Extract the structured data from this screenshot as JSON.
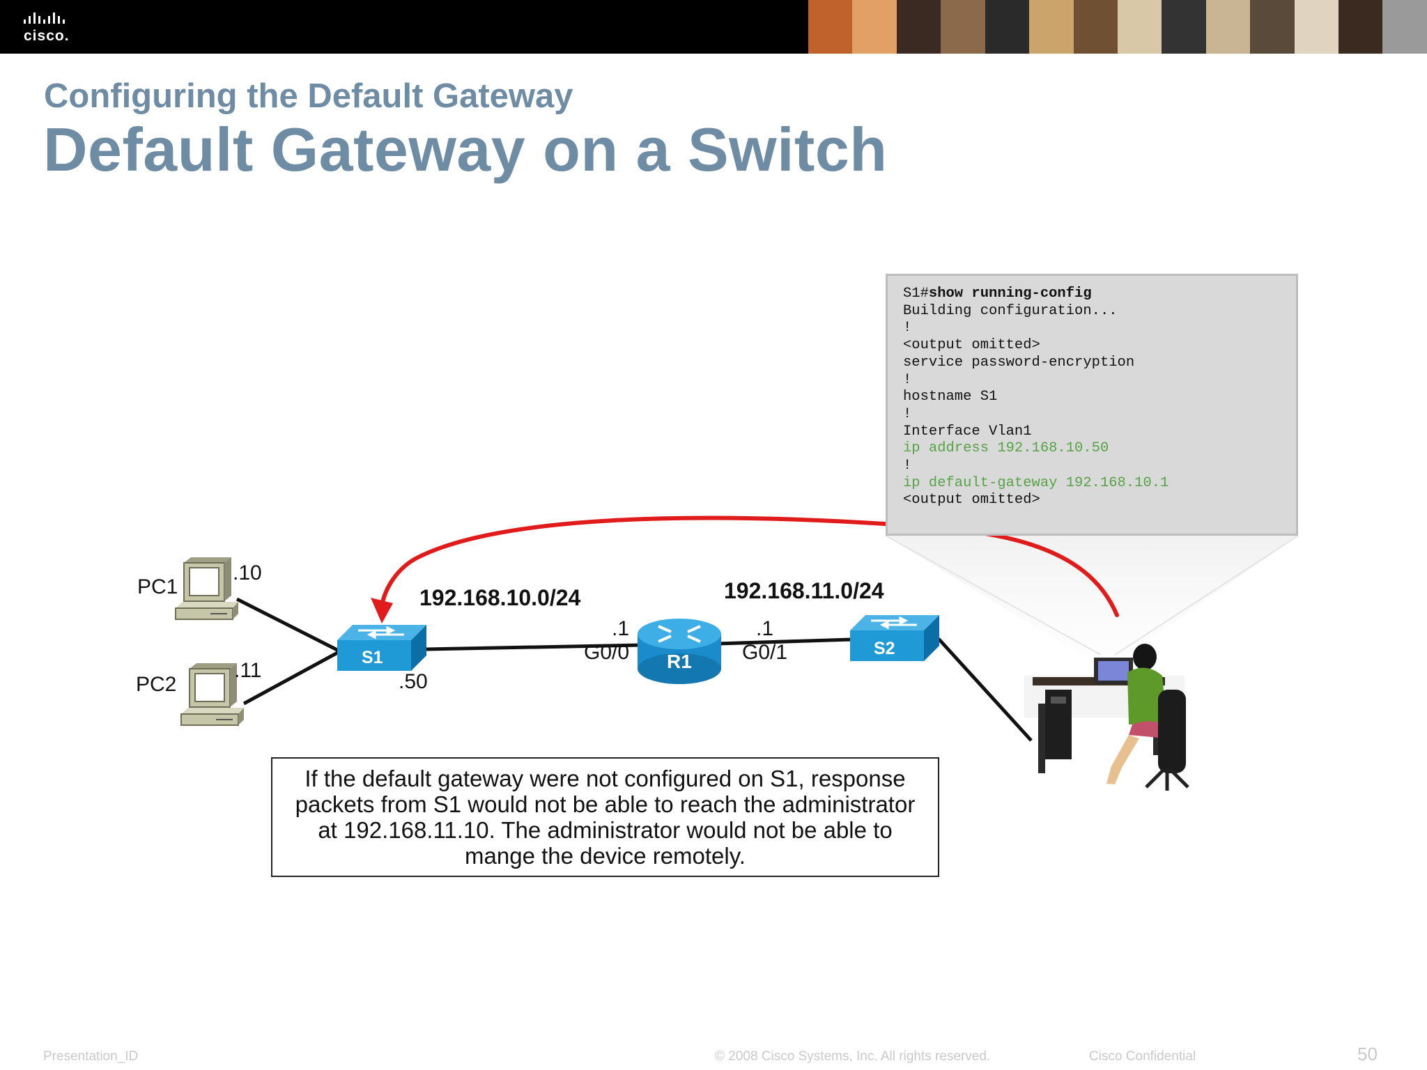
{
  "header": {
    "logo_text": "cisco.",
    "photo_colors": [
      "#c0622c",
      "#e2a067",
      "#3b2a22",
      "#8a6a4a",
      "#2a2a2a",
      "#caa46a",
      "#6f5033",
      "#d8c8a8",
      "#333333",
      "#c9b593",
      "#5a4a3a",
      "#e0d4c0",
      "#3a2a20",
      "#9a9a9a"
    ]
  },
  "slide": {
    "subtitle": "Configuring the Default Gateway",
    "title": "Default Gateway on a Switch"
  },
  "config": {
    "lines": [
      {
        "prefix": "S1#",
        "cmd": "show running-config",
        "highlight": false
      },
      {
        "text": "Building configuration...",
        "highlight": false
      },
      {
        "text": "!",
        "highlight": false
      },
      {
        "text": "<output omitted>",
        "highlight": false
      },
      {
        "text": "service password-encryption",
        "highlight": false
      },
      {
        "text": "!",
        "highlight": false
      },
      {
        "text": "hostname S1",
        "highlight": false
      },
      {
        "text": "!",
        "highlight": false
      },
      {
        "text": "Interface Vlan1",
        "highlight": false
      },
      {
        "text": "ip address 192.168.10.50",
        "highlight": true
      },
      {
        "text": "!",
        "highlight": false
      },
      {
        "text": "ip default-gateway 192.168.10.1",
        "highlight": true
      },
      {
        "text": "<output omitted>",
        "highlight": false
      }
    ]
  },
  "diagram": {
    "pc1": {
      "name": "PC1",
      "host": ".10"
    },
    "pc2": {
      "name": "PC2",
      "host": ".11"
    },
    "s1": {
      "name": "S1",
      "host": ".50"
    },
    "r1": {
      "name": "R1",
      "left_host": ".1",
      "left_port": "G0/0",
      "right_host": ".1",
      "right_port": "G0/1"
    },
    "s2": {
      "name": "S2"
    },
    "net_left": "192.168.10.0/24",
    "net_right": "192.168.11.0/24",
    "arrow_color": "#e01b1b",
    "device_color": "#1f9ad6"
  },
  "caption": "If the default gateway were not configured on S1, response packets from S1 would not be able to reach the administrator at 192.168.11.10. The administrator would not be able to mange the device remotely.",
  "footer": {
    "left": "Presentation_ID",
    "center": "© 2008 Cisco Systems, Inc. All rights reserved.",
    "right": "Cisco Confidential",
    "page": "50"
  }
}
